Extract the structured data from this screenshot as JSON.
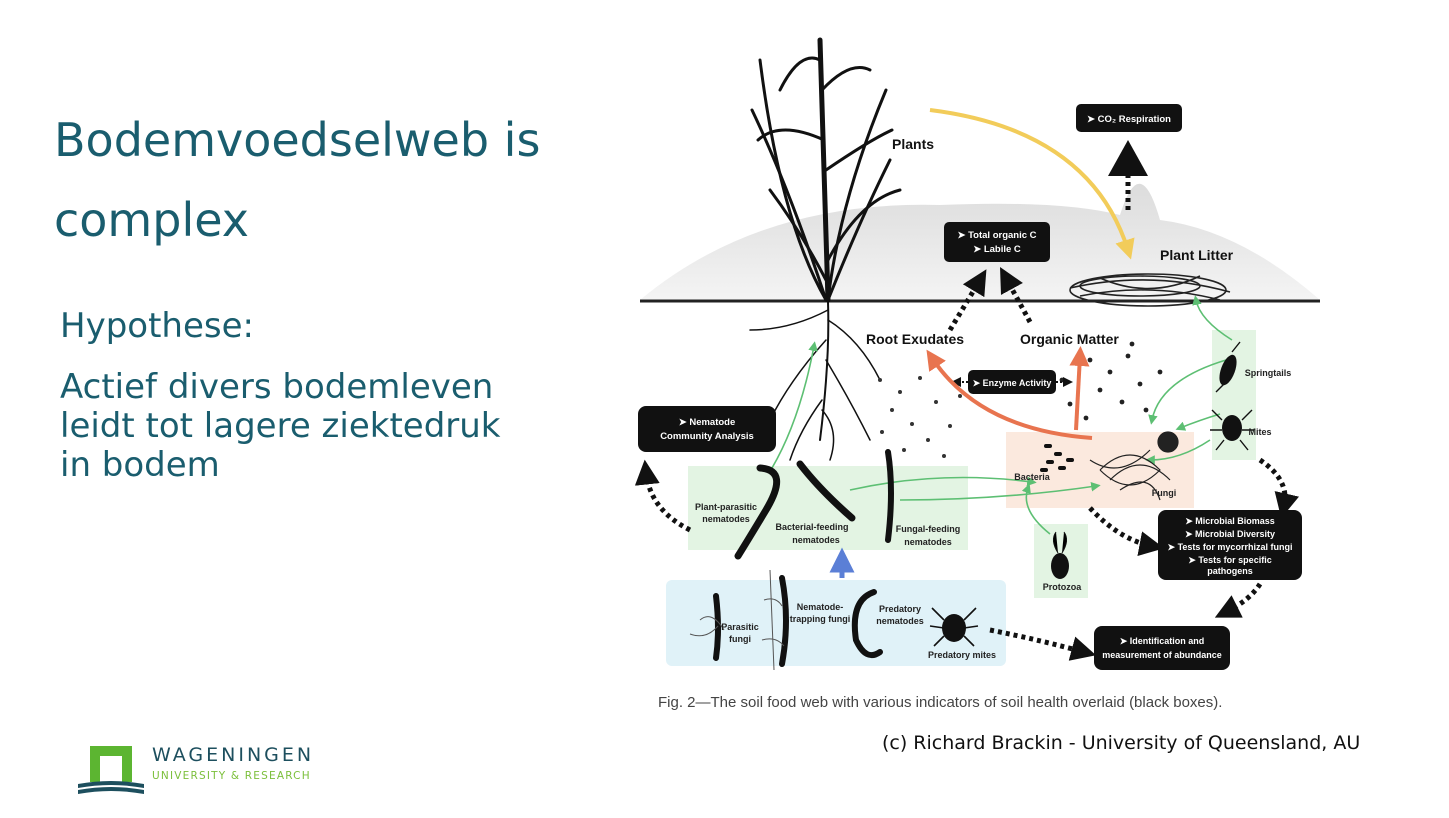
{
  "slide": {
    "title": "Bodemvoedselweb is complex",
    "hypothesis_label": "Hypothese:",
    "hypothesis_text": "Actief divers bodemleven leidt tot lagere ziektedruk in bodem"
  },
  "logo": {
    "name": "WAGENINGEN",
    "subtitle": "UNIVERSITY & RESEARCH",
    "icon": "wur-logo-icon"
  },
  "diagram": {
    "labels": {
      "plants": "Plants",
      "plant_litter": "Plant Litter",
      "root_exudates": "Root Exudates",
      "organic_matter": "Organic Matter",
      "springtails": "Springtails",
      "mites": "Mites",
      "bacteria": "Bacteria",
      "fungi": "Fungi",
      "protozoa": "Protozoa",
      "plant_parasitic_1": "Plant-parasitic",
      "plant_parasitic_2": "nematodes",
      "bacterial_feeding_1": "Bacterial-feeding",
      "bacterial_feeding_2": "nematodes",
      "fungal_feeding_1": "Fungal-feeding",
      "fungal_feeding_2": "nematodes",
      "parasitic_fungi_1": "Parasitic",
      "parasitic_fungi_2": "fungi",
      "nematode_trapping_1": "Nematode-",
      "nematode_trapping_2": "trapping fungi",
      "predatory_nematodes_1": "Predatory",
      "predatory_nematodes_2": "nematodes",
      "predatory_mites": "Predatory mites"
    },
    "boxes": {
      "co2_respiration": "➤ CO₂ Respiration",
      "total_organic_c": "➤ Total organic C",
      "labile_c": "➤ Labile C",
      "enzyme_activity": "➤ Enzyme Activity",
      "nematode_analysis_1": "➤ Nematode",
      "nematode_analysis_2": "Community Analysis",
      "microbial_biomass": "➤ Microbial Biomass",
      "microbial_diversity": "➤ Microbial Diversity",
      "mycorrhizal_tests": "➤ Tests for mycorrhizal fungi",
      "pathogen_tests_1": "➤ Tests for specific",
      "pathogen_tests_2": "pathogens",
      "identification_1": "➤ Identification and",
      "identification_2": "measurement of abundance"
    },
    "caption": "Fig. 2—The soil food web with various indicators of soil health overlaid (black boxes).",
    "colors": {
      "indicator_box": "#111111",
      "green_arrow": "#5dbf73",
      "orange_arrow": "#e8744f",
      "yellow_arrow": "#f2cc5a",
      "blue_arrow": "#5b7fd6",
      "green_zone": "#e3f4e3",
      "blue_zone": "#e0f2f8",
      "peach_zone": "#fbe9de"
    }
  },
  "credit": "(c) Richard Brackin - University of Queensland, AU"
}
